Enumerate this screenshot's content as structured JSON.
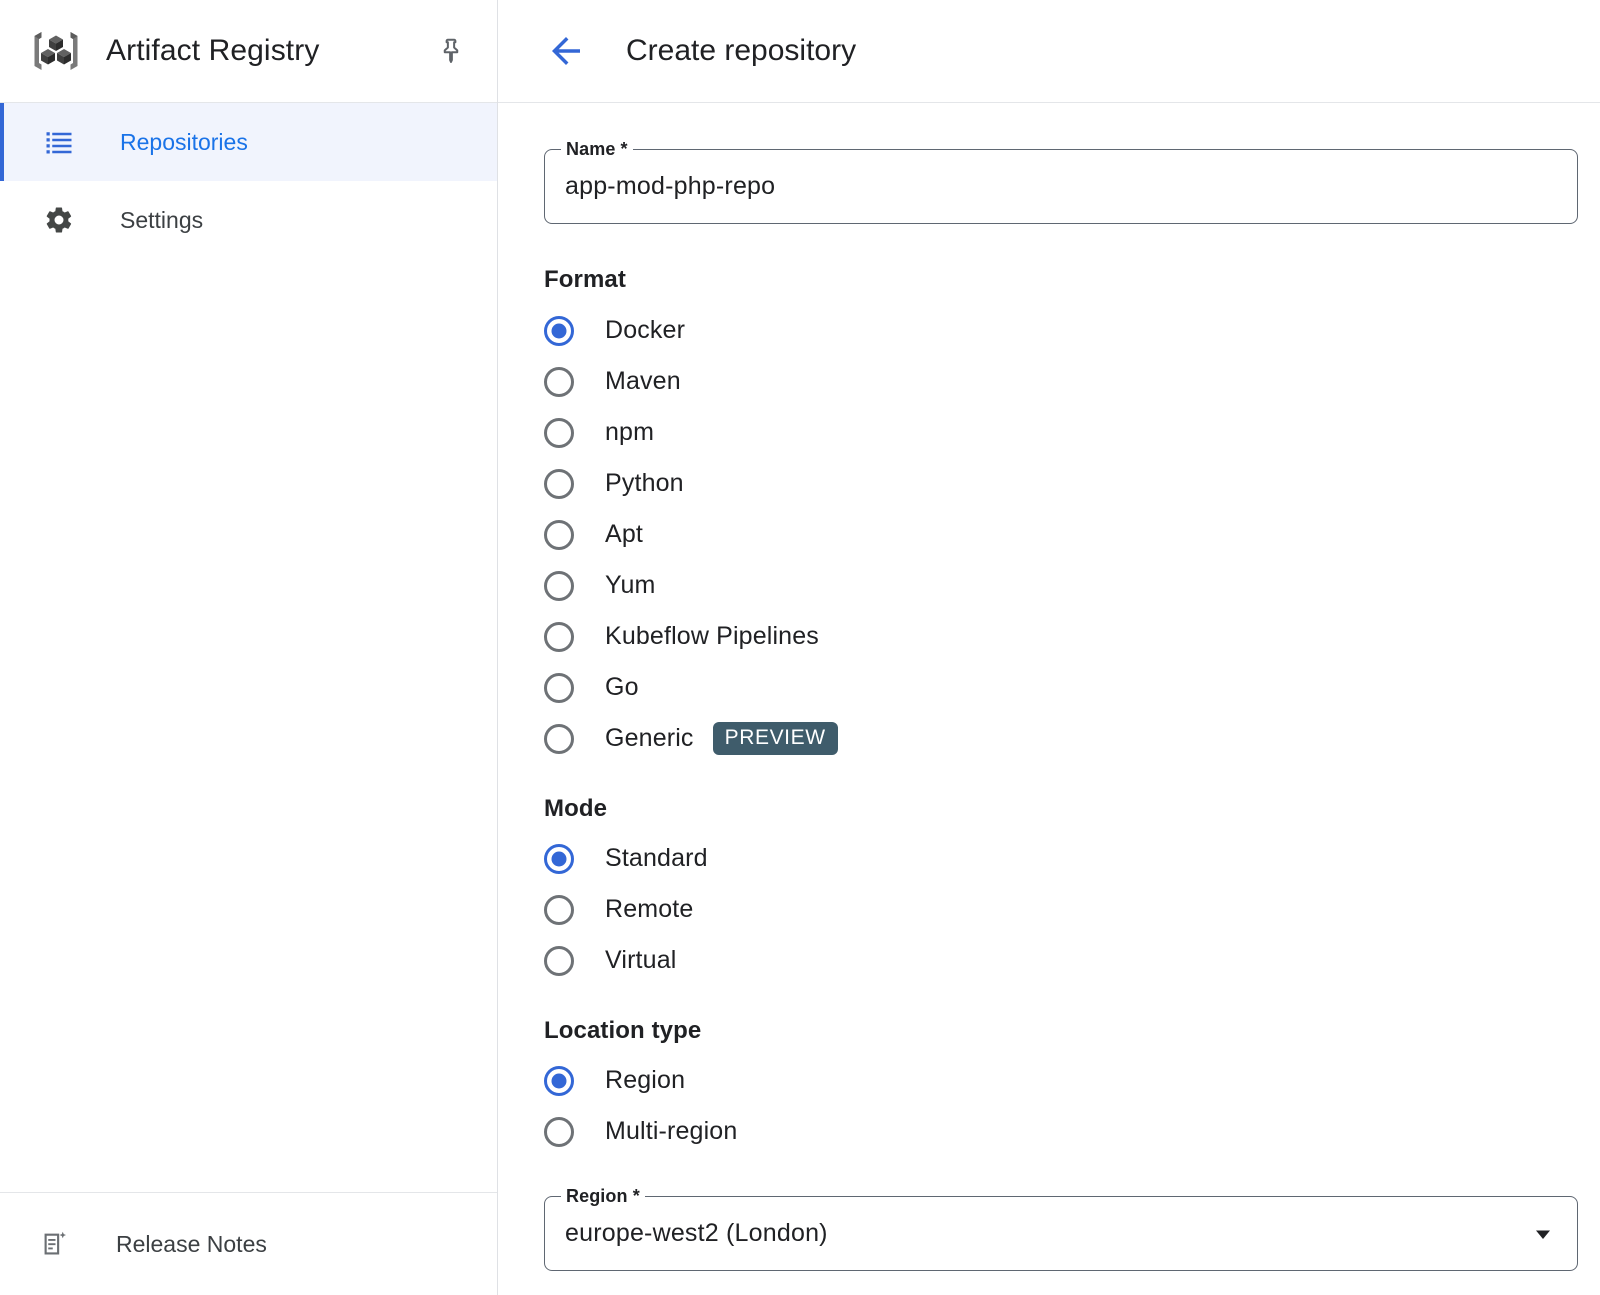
{
  "sidebar": {
    "brand": {
      "title": "Artifact Registry",
      "logo_icon": "artifact-registry-logo",
      "pin_icon": "pin-icon"
    },
    "items": [
      {
        "label": "Repositories",
        "icon": "list-icon",
        "active": true
      },
      {
        "label": "Settings",
        "icon": "gear-icon",
        "active": false
      }
    ],
    "footer": {
      "label": "Release Notes",
      "icon": "release-notes-icon"
    }
  },
  "header": {
    "back_icon": "arrow-back-icon",
    "title": "Create repository"
  },
  "form": {
    "name_field": {
      "label": "Name *",
      "value": "app-mod-php-repo",
      "placeholder": ""
    },
    "format": {
      "title": "Format",
      "selected": "Docker",
      "options": [
        {
          "label": "Docker",
          "checked": true
        },
        {
          "label": "Maven",
          "checked": false
        },
        {
          "label": "npm",
          "checked": false
        },
        {
          "label": "Python",
          "checked": false
        },
        {
          "label": "Apt",
          "checked": false
        },
        {
          "label": "Yum",
          "checked": false
        },
        {
          "label": "Kubeflow Pipelines",
          "checked": false
        },
        {
          "label": "Go",
          "checked": false
        },
        {
          "label": "Generic",
          "checked": false,
          "badge": "PREVIEW"
        }
      ]
    },
    "mode": {
      "title": "Mode",
      "selected": "Standard",
      "options": [
        {
          "label": "Standard",
          "checked": true
        },
        {
          "label": "Remote",
          "checked": false
        },
        {
          "label": "Virtual",
          "checked": false
        }
      ]
    },
    "location_type": {
      "title": "Location type",
      "selected": "Region",
      "options": [
        {
          "label": "Region",
          "checked": true
        },
        {
          "label": "Multi-region",
          "checked": false
        }
      ]
    },
    "region_field": {
      "label": "Region *",
      "value": "europe-west2 (London)",
      "dropdown_icon": "chevron-down-icon"
    }
  },
  "colors": {
    "accent_blue": "#3367d6",
    "link_blue": "#1a73e8",
    "nav_active_bg": "#f1f4fd",
    "badge_bg": "#3f5c6b",
    "text_primary": "#202124",
    "border_gray": "#5f6772"
  }
}
